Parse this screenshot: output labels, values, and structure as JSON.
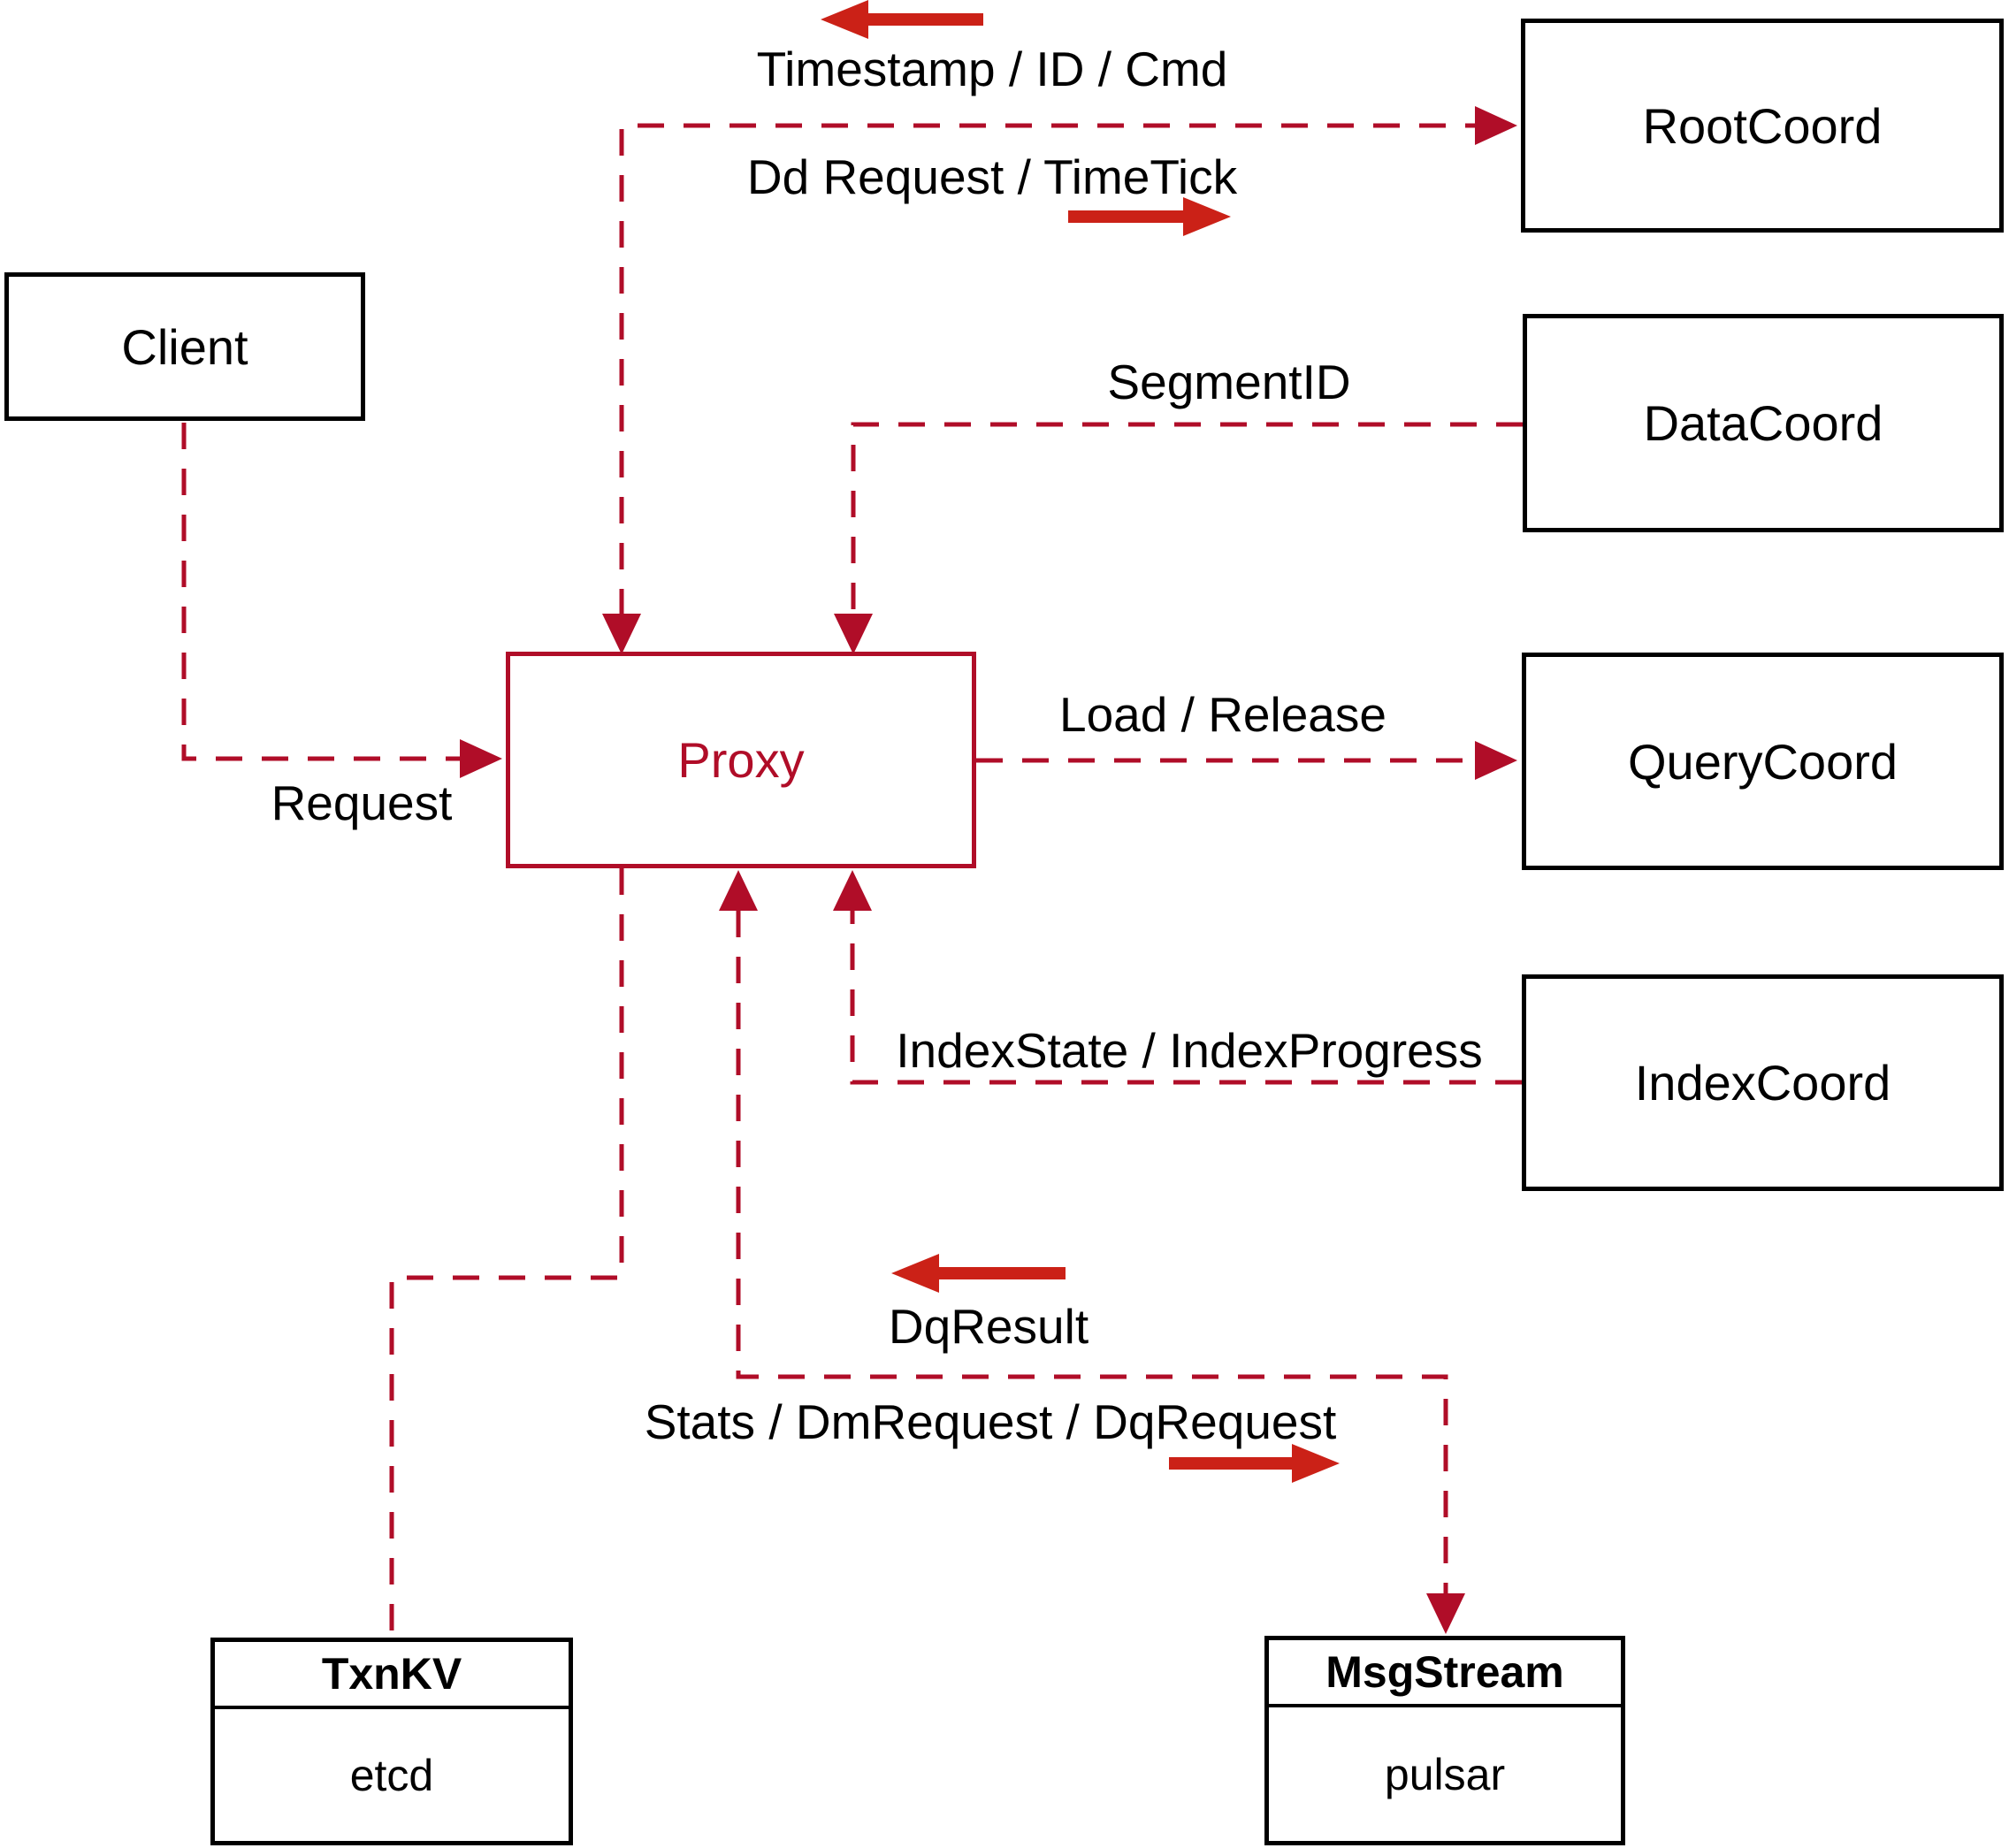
{
  "nodes": {
    "client": {
      "label": "Client"
    },
    "proxy": {
      "label": "Proxy"
    },
    "rootcoord": {
      "label": "RootCoord"
    },
    "datacoord": {
      "label": "DataCoord"
    },
    "querycoord": {
      "label": "QueryCoord"
    },
    "indexcoord": {
      "label": "IndexCoord"
    },
    "txnkv": {
      "title": "TxnKV",
      "body": "etcd"
    },
    "msgstream": {
      "title": "MsgStream",
      "body": "pulsar"
    }
  },
  "edge_labels": {
    "timestamp_id_cmd": "Timestamp / ID / Cmd",
    "dd_request_timetick": "Dd Request / TimeTick",
    "segment_id": "SegmentID",
    "load_release": "Load / Release",
    "index_state": "IndexState / IndexProgress",
    "request": "Request",
    "dq_result": "DqResult",
    "stats_dm_dq": "Stats / DmRequest / DqRequest"
  },
  "colors": {
    "connector": "#B00D28",
    "arrow": "#CB2117",
    "node_border": "#000000",
    "text": "#000000",
    "background": "#FFFFFF"
  }
}
